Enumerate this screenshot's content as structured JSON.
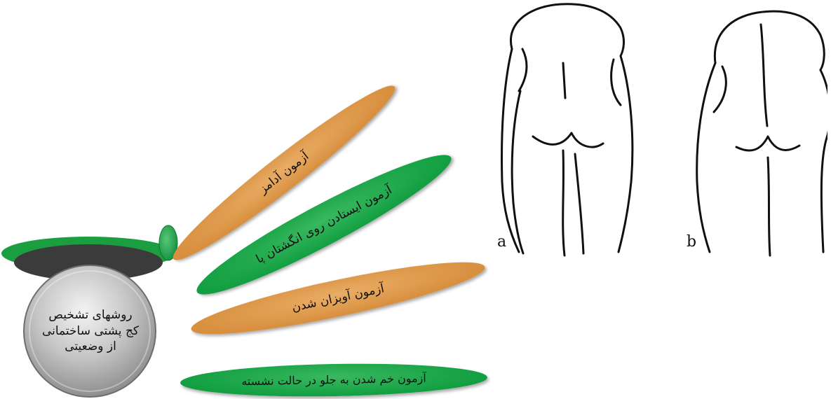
{
  "hub": {
    "title": "روشهای تشخیص\nکج پشتی ساختمانی\nاز وضعیتی",
    "colors": {
      "cap": "#1a9e3f",
      "ring": "#3a3a3a",
      "disc": "#c9c9c9"
    }
  },
  "methods": [
    {
      "label": "آزمون آدامز",
      "color": "orange"
    },
    {
      "label": "آزمون ایستادن روی انگشتان پا",
      "color": "green"
    },
    {
      "label": "آزمون آویزان شدن",
      "color": "orange"
    },
    {
      "label": "آزمون خم شدن به جلو در حالت نشسته",
      "color": "green"
    }
  ],
  "figures": [
    {
      "letter": "a",
      "icon": "back-view-figure-icon"
    },
    {
      "letter": "b",
      "icon": "back-view-figure-icon"
    }
  ],
  "palette": {
    "orange": "#d88f3e",
    "green": "#129f42"
  }
}
